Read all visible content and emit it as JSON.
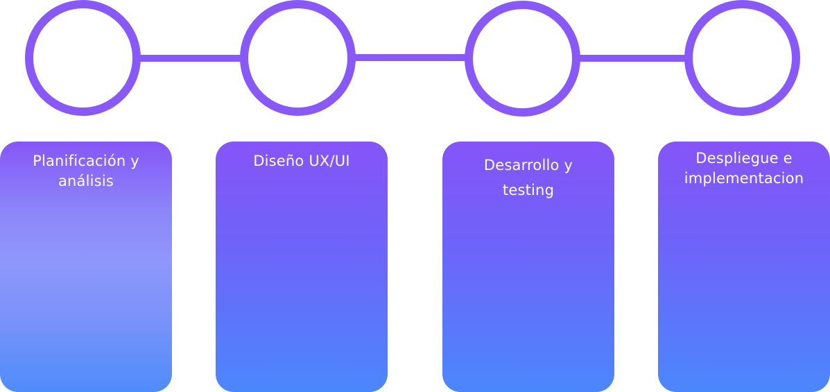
{
  "colors": {
    "accent": "#8858f8",
    "card_top": "#8654f8",
    "card_bottom": "#4b87fc"
  },
  "steps": [
    {
      "label": "Planificación y análisis"
    },
    {
      "label": "Diseño UX/UI"
    },
    {
      "label": "Desarrollo y testing"
    },
    {
      "label": "Despliegue e implementacion"
    }
  ]
}
